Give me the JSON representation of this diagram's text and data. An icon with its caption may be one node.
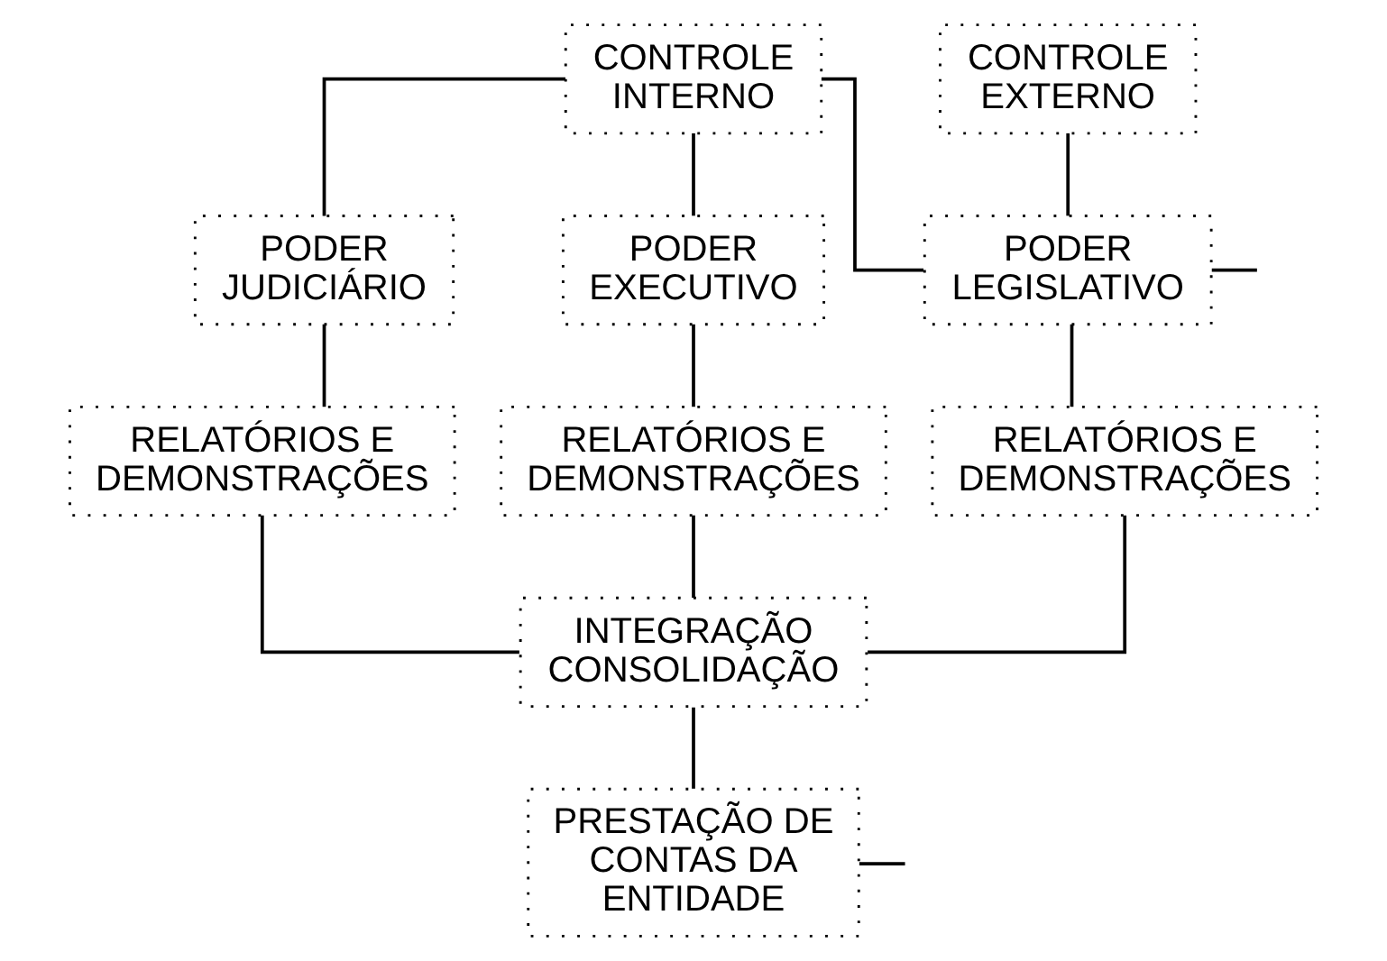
{
  "diagram": {
    "nodes": [
      {
        "text": [
          "CONTROLE INTERNO"
        ]
      },
      {
        "text": [
          "CONTROLE EXTERNO"
        ]
      },
      {
        "text": [
          "PODER JUDICIÁRIO"
        ]
      },
      {
        "text": [
          "PODER EXECUTIVO"
        ]
      },
      {
        "text": [
          "PODER LEGISLATIVO"
        ]
      },
      {
        "text": [
          "RELATÓRIOS E DEMONSTRAÇÕES"
        ]
      },
      {
        "text": [
          "RELATÓRIOS E DEMONSTRAÇÕES"
        ]
      },
      {
        "text": [
          "RELATÓRIOS E DEMONSTRAÇÕES"
        ]
      },
      {
        "text": [
          "INTEGRAÇÃO CONSOLIDAÇÃO"
        ]
      },
      {
        "text": [
          "PRESTAÇÃO DE CONTAS DA ENTIDADE"
        ]
      }
    ],
    "edges": [
      {
        "from": 0,
        "to": 2,
        "arrow": "none"
      },
      {
        "from": 0,
        "to": 3,
        "arrow": "none"
      },
      {
        "from": 0,
        "to": 4,
        "arrow": "none"
      },
      {
        "from": 1,
        "to": 4,
        "arrow": "none"
      },
      {
        "from": 4,
        "to": null,
        "arrow": "none"
      },
      {
        "from": 2,
        "to": 5,
        "arrow": "none"
      },
      {
        "from": 3,
        "to": 6,
        "arrow": "none"
      },
      {
        "from": 4,
        "to": 7,
        "arrow": "none"
      },
      {
        "from": 5,
        "to": 8,
        "arrow": "none"
      },
      {
        "from": 6,
        "to": 8,
        "arrow": "none"
      },
      {
        "from": 7,
        "to": 8,
        "arrow": "none"
      },
      {
        "from": 8,
        "to": 9,
        "arrow": "none"
      },
      {
        "from": 9,
        "to": null,
        "arrow": "none"
      }
    ]
  }
}
